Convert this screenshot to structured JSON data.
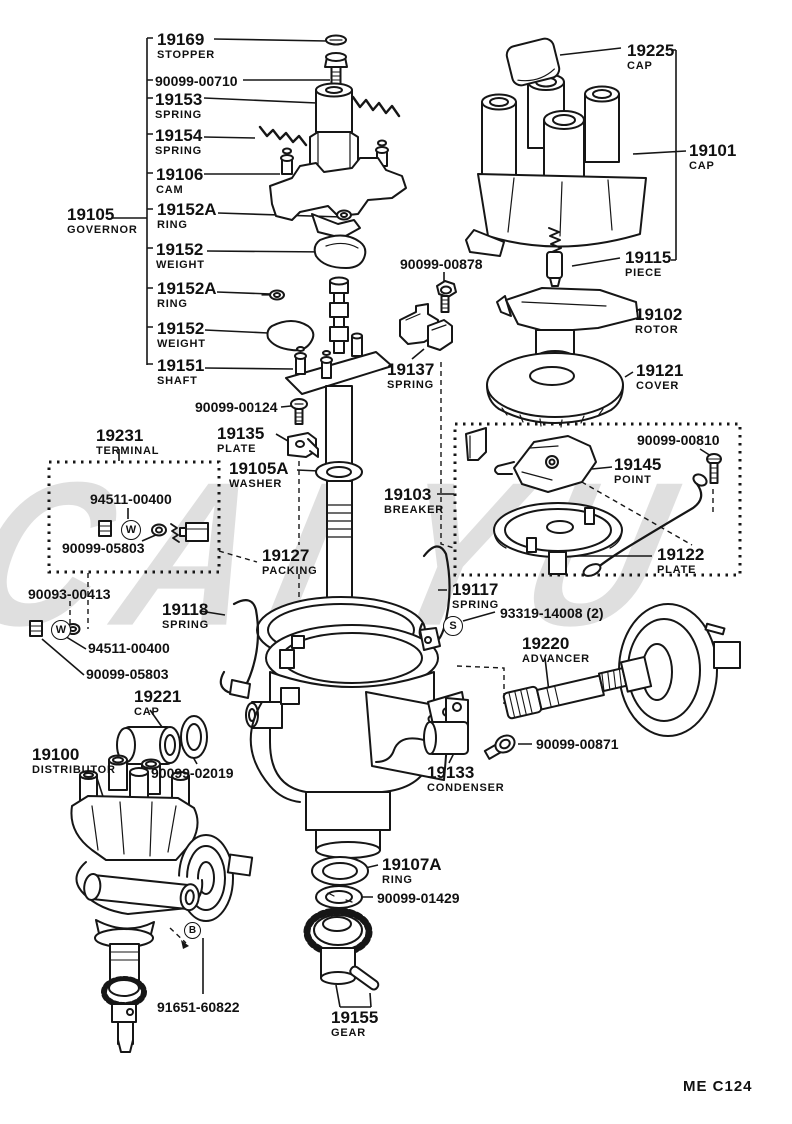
{
  "watermark": {
    "text": "CALYU"
  },
  "footer": {
    "code": "ME C124"
  },
  "symbols": {
    "s": "S",
    "w": "W",
    "b": "B"
  },
  "labels": {
    "stopper": {
      "number": "19169",
      "caption": "STOPPER"
    },
    "b00710": {
      "number": "90099-00710",
      "caption": ""
    },
    "s19153": {
      "number": "19153",
      "caption": "SPRING"
    },
    "s19154": {
      "number": "19154",
      "caption": "SPRING"
    },
    "cam": {
      "number": "19106",
      "caption": "CAM"
    },
    "governor": {
      "number": "19105",
      "caption": "GOVERNOR"
    },
    "ring1": {
      "number": "19152A",
      "caption": "RING"
    },
    "weight1": {
      "number": "19152",
      "caption": "WEIGHT"
    },
    "ring2": {
      "number": "19152A",
      "caption": "RING"
    },
    "weight2": {
      "number": "19152",
      "caption": "WEIGHT"
    },
    "shaft": {
      "number": "19151",
      "caption": "SHAFT"
    },
    "cap_small": {
      "number": "19225",
      "caption": "CAP"
    },
    "cap_main": {
      "number": "19101",
      "caption": "CAP"
    },
    "piece": {
      "number": "19115",
      "caption": "PIECE"
    },
    "b00878": {
      "number": "90099-00878",
      "caption": ""
    },
    "s19137": {
      "number": "19137",
      "caption": "SPRING"
    },
    "rotor": {
      "number": "19102",
      "caption": "ROTOR"
    },
    "cover": {
      "number": "19121",
      "caption": "COVER"
    },
    "b00124": {
      "number": "90099-00124",
      "caption": ""
    },
    "plate19135": {
      "number": "19135",
      "caption": "PLATE"
    },
    "terminal": {
      "number": "19231",
      "caption": "TERMINAL"
    },
    "washer": {
      "number": "19105A",
      "caption": "WASHER"
    },
    "b94511_box": {
      "number": "94511-00400",
      "caption": ""
    },
    "b05803_box": {
      "number": "90099-05803",
      "caption": ""
    },
    "breaker": {
      "number": "19103",
      "caption": "BREAKER"
    },
    "b00810": {
      "number": "90099-00810",
      "caption": ""
    },
    "point": {
      "number": "19145",
      "caption": "POINT"
    },
    "plate19122": {
      "number": "19122",
      "caption": "PLATE"
    },
    "packing": {
      "number": "19127",
      "caption": "PACKING"
    },
    "s19117": {
      "number": "19117",
      "caption": "SPRING"
    },
    "s19118": {
      "number": "19118",
      "caption": "SPRING"
    },
    "b93319": {
      "number": "93319-14008 (2)",
      "caption": ""
    },
    "advancer": {
      "number": "19220",
      "caption": "ADVANCER"
    },
    "b90093": {
      "number": "90093-00413",
      "caption": ""
    },
    "b94511": {
      "number": "94511-00400",
      "caption": ""
    },
    "b05803": {
      "number": "90099-05803",
      "caption": ""
    },
    "cap19221": {
      "number": "19221",
      "caption": "CAP"
    },
    "distributor": {
      "number": "19100",
      "caption": "DISTRIBUTOR"
    },
    "b02019": {
      "number": "90099-02019",
      "caption": ""
    },
    "b00871": {
      "number": "90099-00871",
      "caption": ""
    },
    "condenser": {
      "number": "19133",
      "caption": "CONDENSER"
    },
    "ring19107a": {
      "number": "19107A",
      "caption": "RING"
    },
    "b01429": {
      "number": "90099-01429",
      "caption": ""
    },
    "b91651": {
      "number": "91651-60822",
      "caption": ""
    },
    "gear": {
      "number": "19155",
      "caption": "GEAR"
    }
  }
}
